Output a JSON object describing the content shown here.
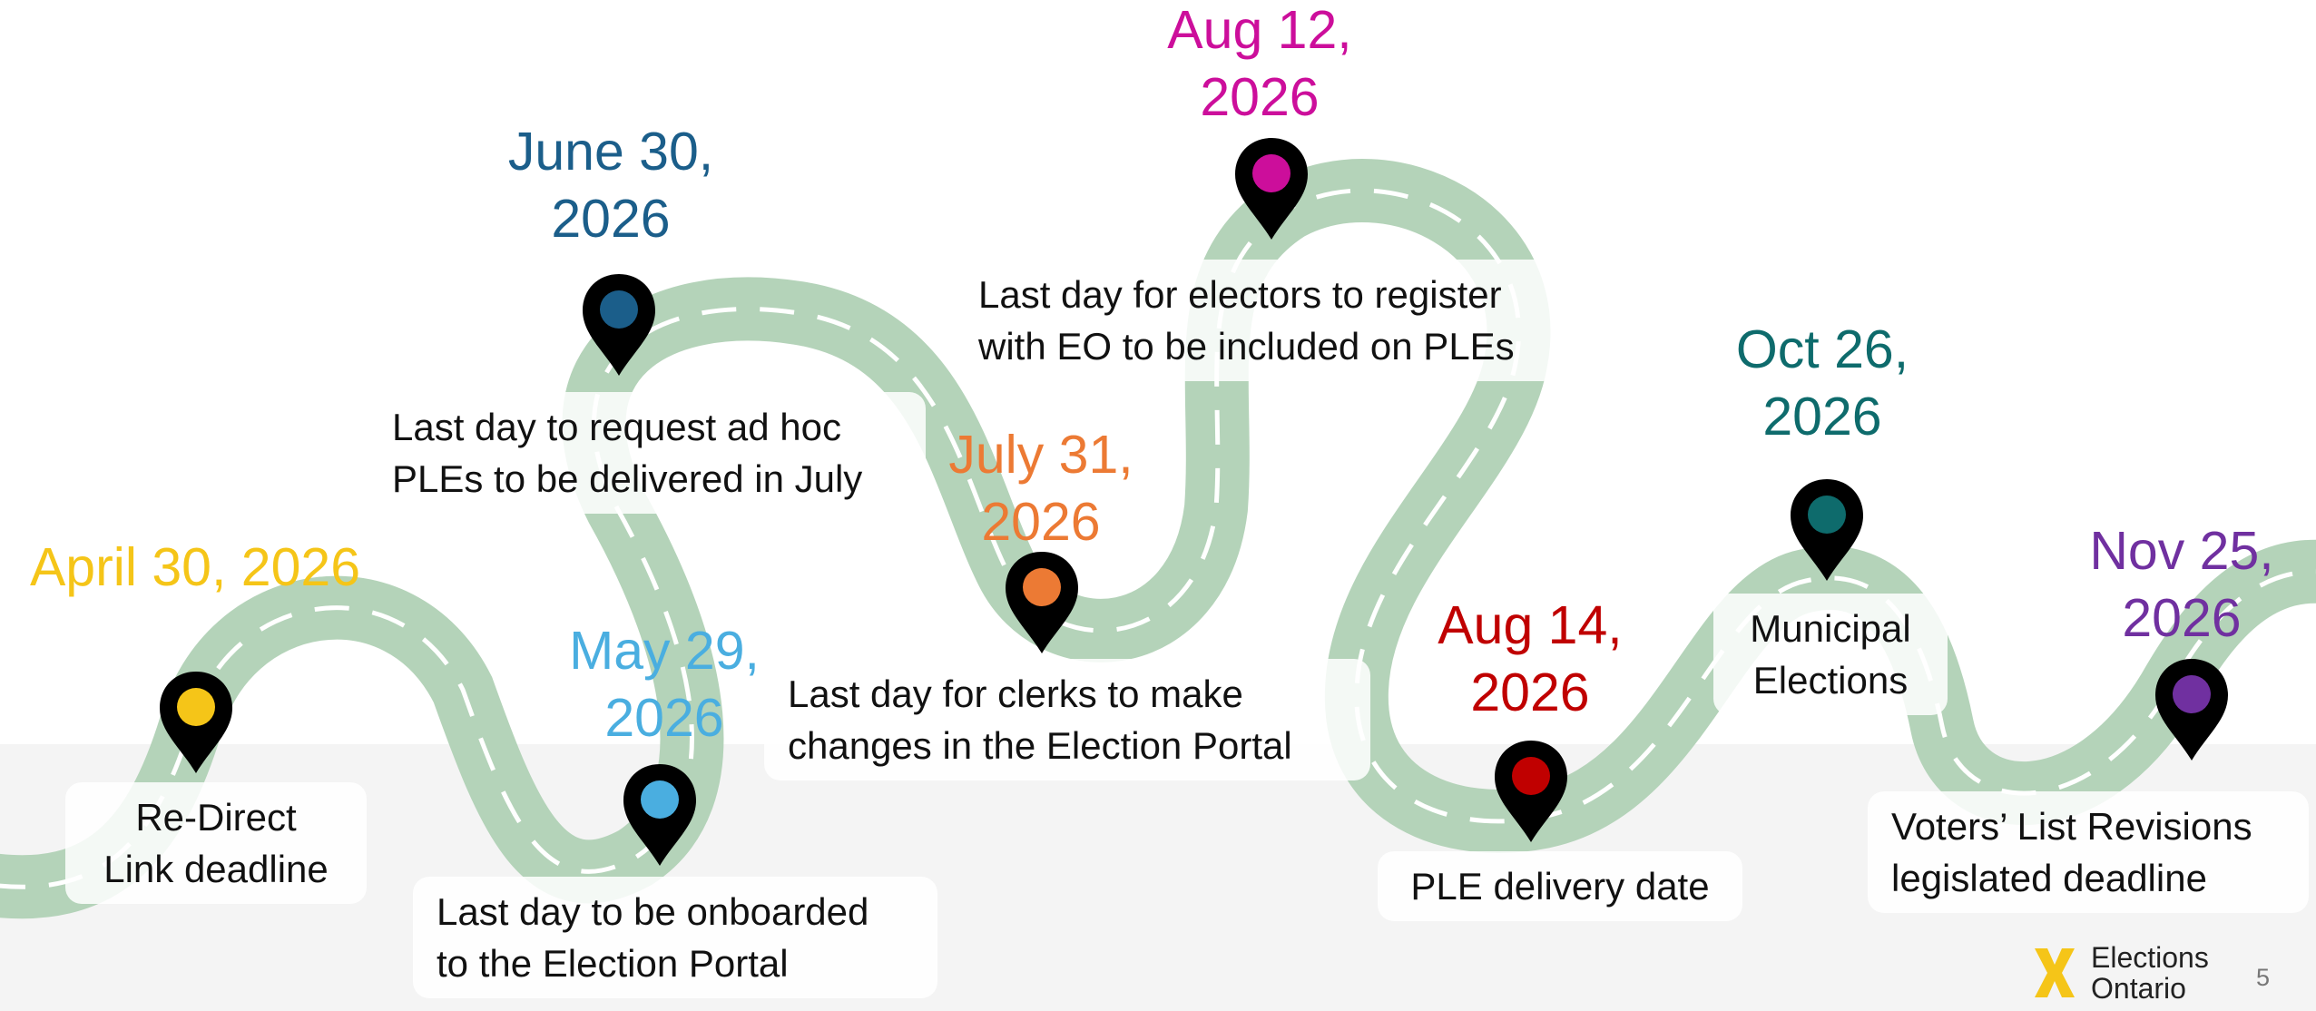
{
  "milestones": [
    {
      "date": "April 30, 2026",
      "label": "Re-Direct\nLink deadline",
      "color": "#F5C518",
      "marker": "map-pin-icon"
    },
    {
      "date": "May 29,\n2026",
      "label": "Last day to be onboarded\nto the Election Portal",
      "color": "#4AAEE0",
      "marker": "map-pin-icon"
    },
    {
      "date": "June 30,\n2026",
      "label": "Last day to request ad hoc\nPLEs to be delivered in July",
      "color": "#1B5E8A",
      "marker": "map-pin-icon"
    },
    {
      "date": "July 31,\n2026",
      "label": "Last day for clerks to make\nchanges in the Election Portal",
      "color": "#EC7A34",
      "marker": "map-pin-icon"
    },
    {
      "date": "Aug 12,\n2026",
      "label": "Last day for electors to register\nwith EO to be included on PLEs",
      "color": "#CC0E9B",
      "marker": "map-pin-icon"
    },
    {
      "date": "Aug 14,\n2026",
      "label": "PLE delivery date",
      "color": "#C00000",
      "marker": "map-pin-icon"
    },
    {
      "date": "Oct 26,\n2026",
      "label": "Municipal\nElections",
      "color": "#0E6B6C",
      "marker": "map-pin-icon"
    },
    {
      "date": "Nov 25,\n2026",
      "label": "Voters’ List Revisions\nlegislated deadline",
      "color": "#7030A0",
      "marker": "map-pin-icon"
    }
  ],
  "road": {
    "color": "#B4D3B9",
    "dash_color": "#FFFFFF"
  },
  "logo": {
    "name": "Elections\nOntario",
    "icon": "x-logo-icon",
    "color": "#F5C518"
  },
  "page_number": "5"
}
